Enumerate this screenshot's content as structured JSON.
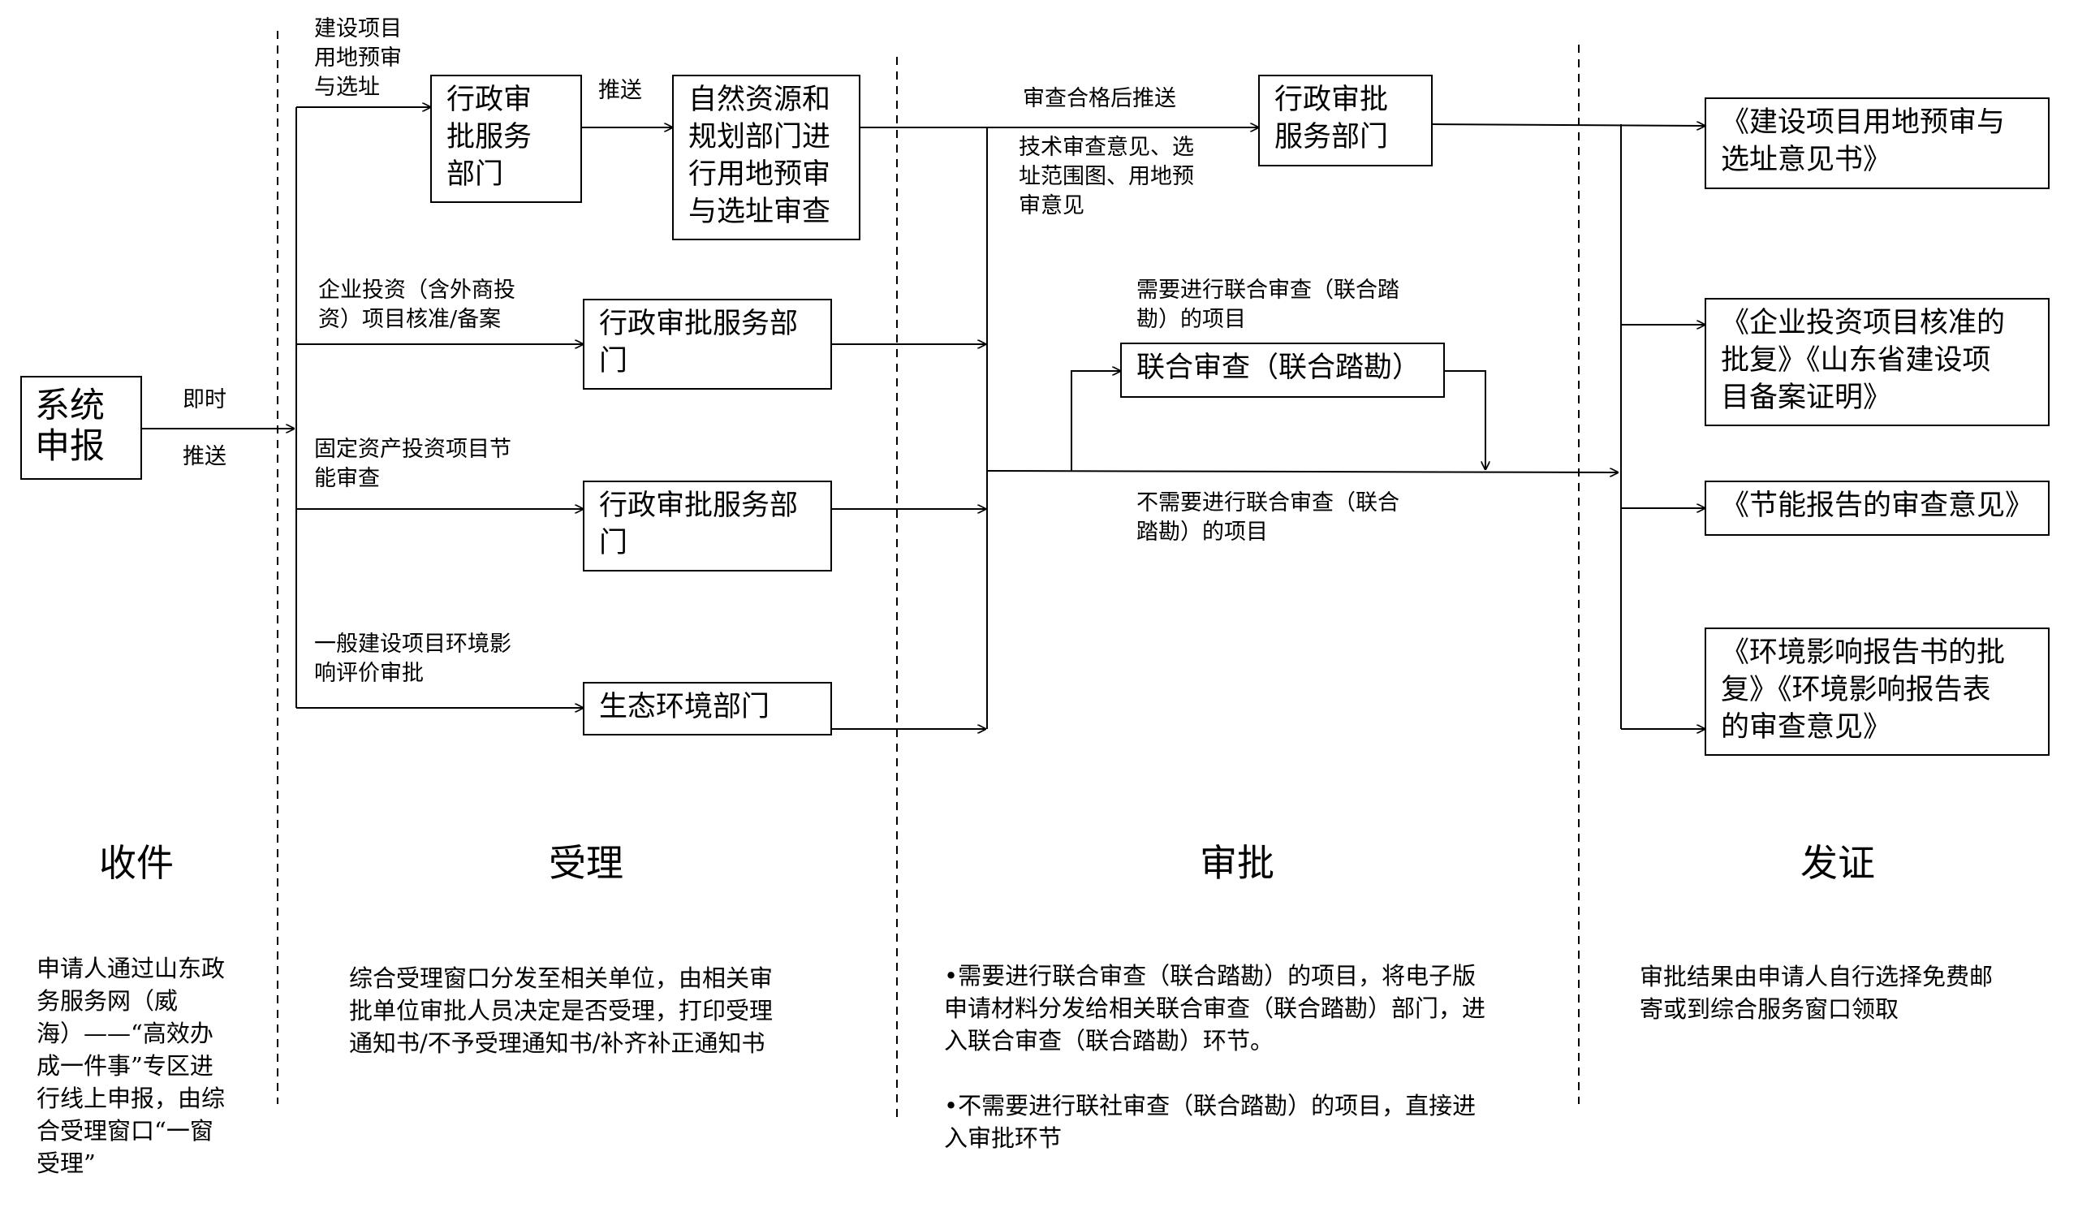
{
  "boxes": {
    "system_report": "系统\n申报",
    "admin_service_1": "行政审\n批服务\n部门",
    "natural_resources": "自然资源和\n规划部门进\n行用地预审\n与选址审查",
    "admin_service_2": "行政审批服务部\n门",
    "admin_service_3": "行政审批服务部\n门",
    "eco_env": "生态环境部门",
    "admin_service_approval": "行政审批\n服务部门",
    "joint_review": "联合审查（联合踏勘）",
    "result_1": "《建设项目用地预审与\n选址意见书》",
    "result_2": "《企业投资项目核准的\n批复》《山东省建设项\n目备案证明》",
    "result_3": "《节能报告的审查意见》",
    "result_4": "《环境影响报告书的批\n复》《环境影响报告表\n的审查意见》"
  },
  "labels": {
    "immediate": "即时",
    "push": "推送",
    "branch_land": "建设项目\n用地预审\n与选址",
    "push_2": "推送",
    "branch_enterprise": "企业投资（含外商投\n资）项目核准/备案",
    "branch_energy": "固定资产投资项目节\n能审查",
    "branch_env": "一般建设项目环境影\n响评价审批",
    "qualified_push": "审查合格后推送",
    "tech_opinion": "技术审查意见、选\n址范围图、用地预\n审意见",
    "need_joint": "需要进行联合审查（联合踏\n勘）的项目",
    "no_joint": "不需要进行联合审查（联合\n踏勘）的项目"
  },
  "stages": [
    {
      "title": "收件",
      "desc": [
        "申请人通过山东政\n务服务网（威\n海）——“高效办\n成一件事”专区进\n行线上申报，由综\n合受理窗口“一窗\n受理”"
      ]
    },
    {
      "title": "受理",
      "desc": [
        "综合受理窗口分发至相关单位，由相关审\n批单位审批人员决定是否受理，打印受理\n通知书/不予受理通知书/补齐补正通知书"
      ]
    },
    {
      "title": "审批",
      "desc": [
        "•需要进行联合审查（联合踏勘）的项目，将电子版\n申请材料分发给相关联合审查（联合踏勘）部门，进\n入联合审查（联合踏勘）环节。",
        "•不需要进行联社审查（联合踏勘）的项目，直接进\n入审批环节"
      ]
    },
    {
      "title": "发证",
      "desc": [
        "审批结果由申请人自行选择免费邮\n寄或到综合服务窗口领取"
      ]
    }
  ]
}
